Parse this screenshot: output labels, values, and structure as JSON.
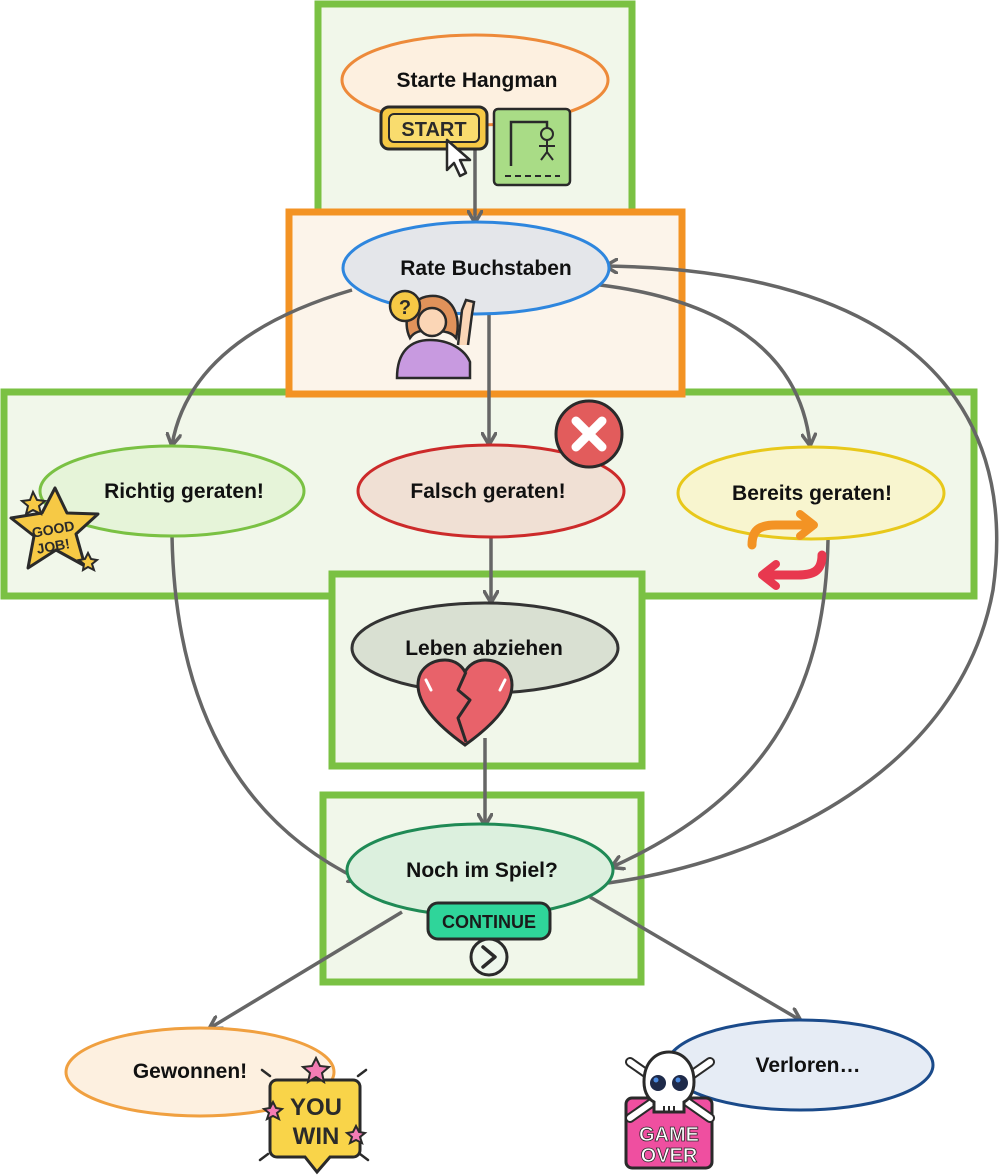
{
  "colors": {
    "group_green": "#7ac143",
    "group_orange": "#f39324",
    "arrow": "#666666"
  },
  "nodes": {
    "start": {
      "label": "Starte Hangman",
      "fill": "#fdf0e0",
      "stroke": "#ed8a3a",
      "icon": "start-button-gallows-icon"
    },
    "guess": {
      "label": "Rate Buchstaben",
      "fill": "#e4e6ea",
      "stroke": "#2e86de",
      "icon": "raised-hand-question-icon"
    },
    "correct": {
      "label": "Richtig geraten!",
      "fill": "#e6f4d9",
      "stroke": "#7ac143",
      "icon": "good-job-star-icon"
    },
    "wrong": {
      "label": "Falsch geraten!",
      "fill": "#f0e0d4",
      "stroke": "#cc2a2a",
      "icon": "red-x-icon"
    },
    "already": {
      "label": "Bereits geraten!",
      "fill": "#f8f5cf",
      "stroke": "#e8c81a",
      "icon": "repeat-arrows-icon"
    },
    "life": {
      "label": "Leben abziehen",
      "fill": "#d9e0d2",
      "stroke": "#333333",
      "icon": "broken-heart-icon"
    },
    "still": {
      "label": "Noch im Spiel?",
      "fill": "#dcf0de",
      "stroke": "#1f8a55",
      "icon": "continue-button-icon"
    },
    "won": {
      "label": "Gewonnen!",
      "fill": "#fdf0e0",
      "stroke": "#f0a040",
      "icon": "you-win-icon"
    },
    "lost": {
      "label": "Verloren…",
      "fill": "#e6ecf5",
      "stroke": "#1a4a8a",
      "icon": "game-over-skull-icon"
    }
  },
  "icon_text": {
    "start": "START",
    "good_job_1": "GOOD",
    "good_job_2": "JOB!",
    "continue": "CONTINUE",
    "you_win_1": "YOU",
    "you_win_2": "WIN",
    "game_over_1": "GAME",
    "game_over_2": "OVER"
  }
}
